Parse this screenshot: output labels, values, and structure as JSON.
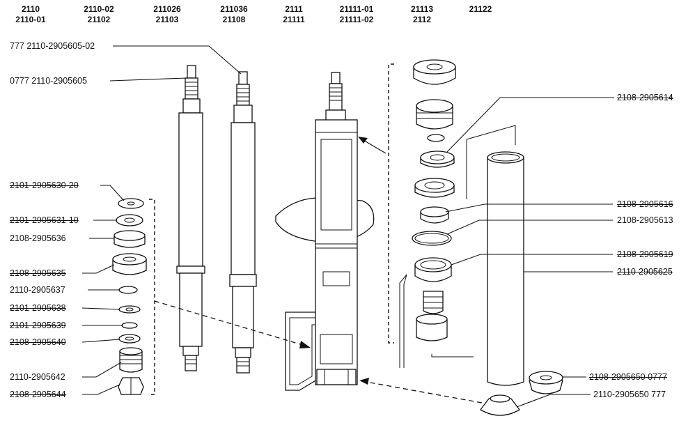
{
  "models": [
    {
      "line1": "2110",
      "line2": "2110-01"
    },
    {
      "line1": "2110-02",
      "line2": "21102"
    },
    {
      "line1": "211026",
      "line2": "21103"
    },
    {
      "line1": "211036",
      "line2": "21108"
    },
    {
      "line1": "2111",
      "line2": "21111"
    },
    {
      "line1": "21111-01",
      "line2": "21111-02"
    },
    {
      "line1": "21113",
      "line2": "2112"
    },
    {
      "line1": "21122",
      "line2": ""
    }
  ],
  "labels": {
    "top_rod_1": "777 2110-2905605-02",
    "top_rod_2": "0777 2110-2905605",
    "left_01": "2101-2905630-20",
    "left_02": "2101-2905631-10",
    "left_03": "2108-2905636",
    "left_04": "2108-2905635",
    "left_05": "2110-2905637",
    "left_06": "2101-2905638",
    "left_07": "2101-2905639",
    "left_08": "2108-2905640",
    "left_09": "2110-2905642",
    "left_10": "2108-2905644",
    "right_01": "2108-2905614",
    "right_02": "2108-2905616",
    "right_03": "2108-2905613",
    "right_04": "2108-2905619",
    "right_05": "2110-2905625",
    "right_06": "2108-2905650 0777",
    "right_07": "2110-2905650 777"
  }
}
